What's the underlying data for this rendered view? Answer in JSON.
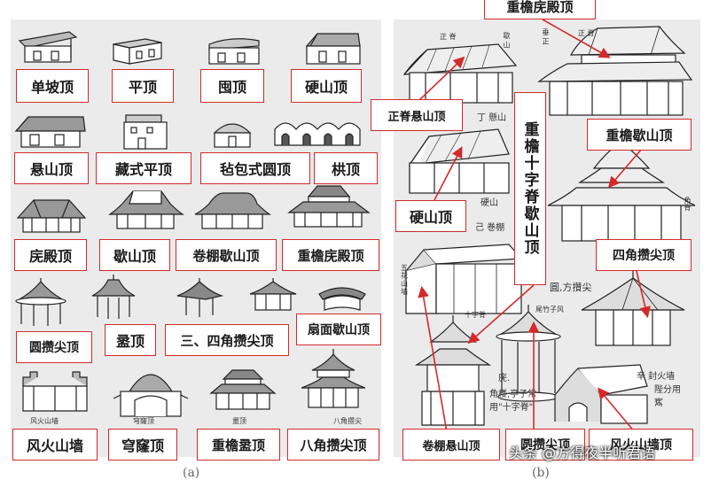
{
  "left_panel": {
    "labels": {
      "danpo": "单坡顶",
      "ping": "平顶",
      "quan": "囤顶",
      "yingshan": "硬山顶",
      "xuanshan": "悬山顶",
      "zangshi": "藏式平顶",
      "zhanbao": "毡包式圆顶",
      "gong": "栱顶",
      "wudian": "庑殿顶",
      "xieshan": "歇山顶",
      "juanpeng": "卷棚歇山顶",
      "chongyan_wudian": "重檐庑殿顶",
      "yuan_cuanjian": "圆攒尖顶",
      "lu": "盝顶",
      "sansijiao": "三、四角攒尖顶",
      "shanmian": "扇面歇山顶",
      "fenghuo": "风火山墙",
      "qionglong": "穹窿顶",
      "chongyan_lu": "重檐盝顶",
      "bajiao": "八角攒尖顶"
    },
    "tiny_captions": {
      "fenghuo": "风火山墙",
      "qionglong": "穹窿顶",
      "lu": "盝顶",
      "bajiao": "八角攒尖"
    }
  },
  "right_panel": {
    "labels": {
      "chongyan_wudian": "重檐庑殿顶",
      "zhengji_xuanshan": "正脊悬山顶",
      "chongyan_xieshan": "重檐歇山顶",
      "shizi": "重檐十字脊歇山顶",
      "yingshan": "硬山顶",
      "sijiao": "四角攒尖顶",
      "juanpeng_xuanshan": "卷棚悬山顶",
      "yuan_cuanjian": "圆攒尖顶",
      "fenghuo": "风火山墙顶"
    },
    "annotations": {
      "a1": "正 脊",
      "a2": "歇 山",
      "a3": "丁 懸山",
      "a4": "硬山",
      "a5": "己 巻棚",
      "a6": "五\n花\n山\n墙",
      "a7": "圓,方攢尖",
      "a8": "十字脊",
      "a9": "尾竹子风",
      "a10": "庑.",
      "a11": "角楼,亭子常\n用\"十字脊\"",
      "a12": "辛 封火墙\n　　陛分用\n　　寯",
      "a13": "正 脊",
      "a14": "垂 正",
      "a15": "重檐",
      "a16": "角脊"
    }
  },
  "captions": {
    "left": "(a)",
    "right": "(b)"
  },
  "watermark": "头条 @方得夜半听君语",
  "colors": {
    "label_border": "#d42a2a",
    "arrow": "#d42a2a",
    "panel_bg": "#ebebeb"
  }
}
